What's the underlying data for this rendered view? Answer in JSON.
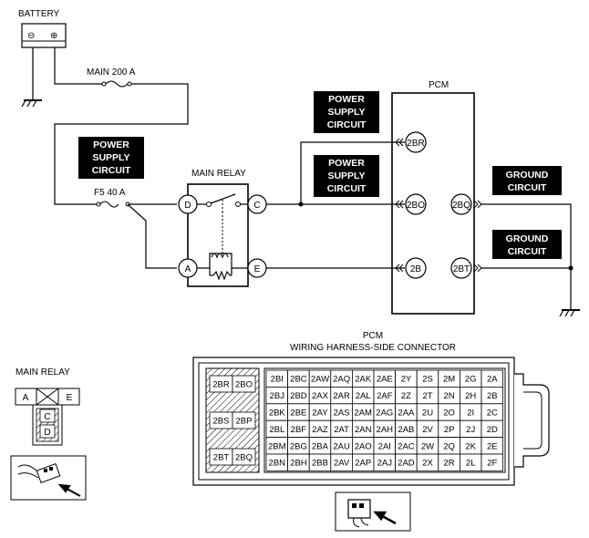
{
  "battery": {
    "label": "BATTERY",
    "neg_symbol": "⊖",
    "pos_symbol": "⊕"
  },
  "fuses": {
    "main": "MAIN 200 A",
    "f5": "F5 40 A"
  },
  "boxes": {
    "power_supply_1": [
      "POWER",
      "SUPPLY",
      "CIRCUIT"
    ],
    "power_supply_2": [
      "POWER",
      "SUPPLY",
      "CIRCUIT"
    ],
    "power_supply_3": [
      "POWER",
      "SUPPLY",
      "CIRCUIT"
    ],
    "ground_1": [
      "GROUND",
      "CIRCUIT"
    ],
    "ground_2": [
      "GROUND",
      "CIRCUIT"
    ]
  },
  "main_relay": {
    "title": "MAIN RELAY",
    "pins": [
      "D",
      "C",
      "A",
      "E"
    ]
  },
  "pcm": {
    "title": "PCM",
    "pins": [
      "2BR",
      "2BO",
      "2B",
      "2BQ",
      "2BT"
    ]
  },
  "connector_view": {
    "title_line1": "PCM",
    "title_line2": "WIRING HARNESS-SIDE CONNECTOR",
    "left_cells": [
      [
        "2BR",
        "2BO"
      ],
      [
        "2BS",
        "2BP"
      ],
      [
        "2BT",
        "2BQ"
      ]
    ],
    "grid": [
      [
        "2BI",
        "2BC",
        "2AW",
        "2AQ",
        "2AK",
        "2AE",
        "2Y",
        "2S",
        "2M",
        "2G",
        "2A"
      ],
      [
        "2BJ",
        "2BD",
        "2AX",
        "2AR",
        "2AL",
        "2AF",
        "2Z",
        "2T",
        "2N",
        "2H",
        "2B"
      ],
      [
        "2BK",
        "2BE",
        "2AY",
        "2AS",
        "2AM",
        "2AG",
        "2AA",
        "2U",
        "2O",
        "2I",
        "2C"
      ],
      [
        "2BL",
        "2BF",
        "2AZ",
        "2AT",
        "2AN",
        "2AH",
        "2AB",
        "2V",
        "2P",
        "2J",
        "2D"
      ],
      [
        "2BM",
        "2BG",
        "2BA",
        "2AU",
        "2AO",
        "2AI",
        "2AC",
        "2W",
        "2Q",
        "2K",
        "2E"
      ],
      [
        "2BN",
        "2BH",
        "2BB",
        "2AV",
        "2AP",
        "2AJ",
        "2AD",
        "2X",
        "2R",
        "2L",
        "2F"
      ]
    ]
  },
  "relay_view": {
    "title": "MAIN RELAY",
    "top": [
      "A",
      "E"
    ],
    "mid": [
      "C",
      "D"
    ]
  }
}
